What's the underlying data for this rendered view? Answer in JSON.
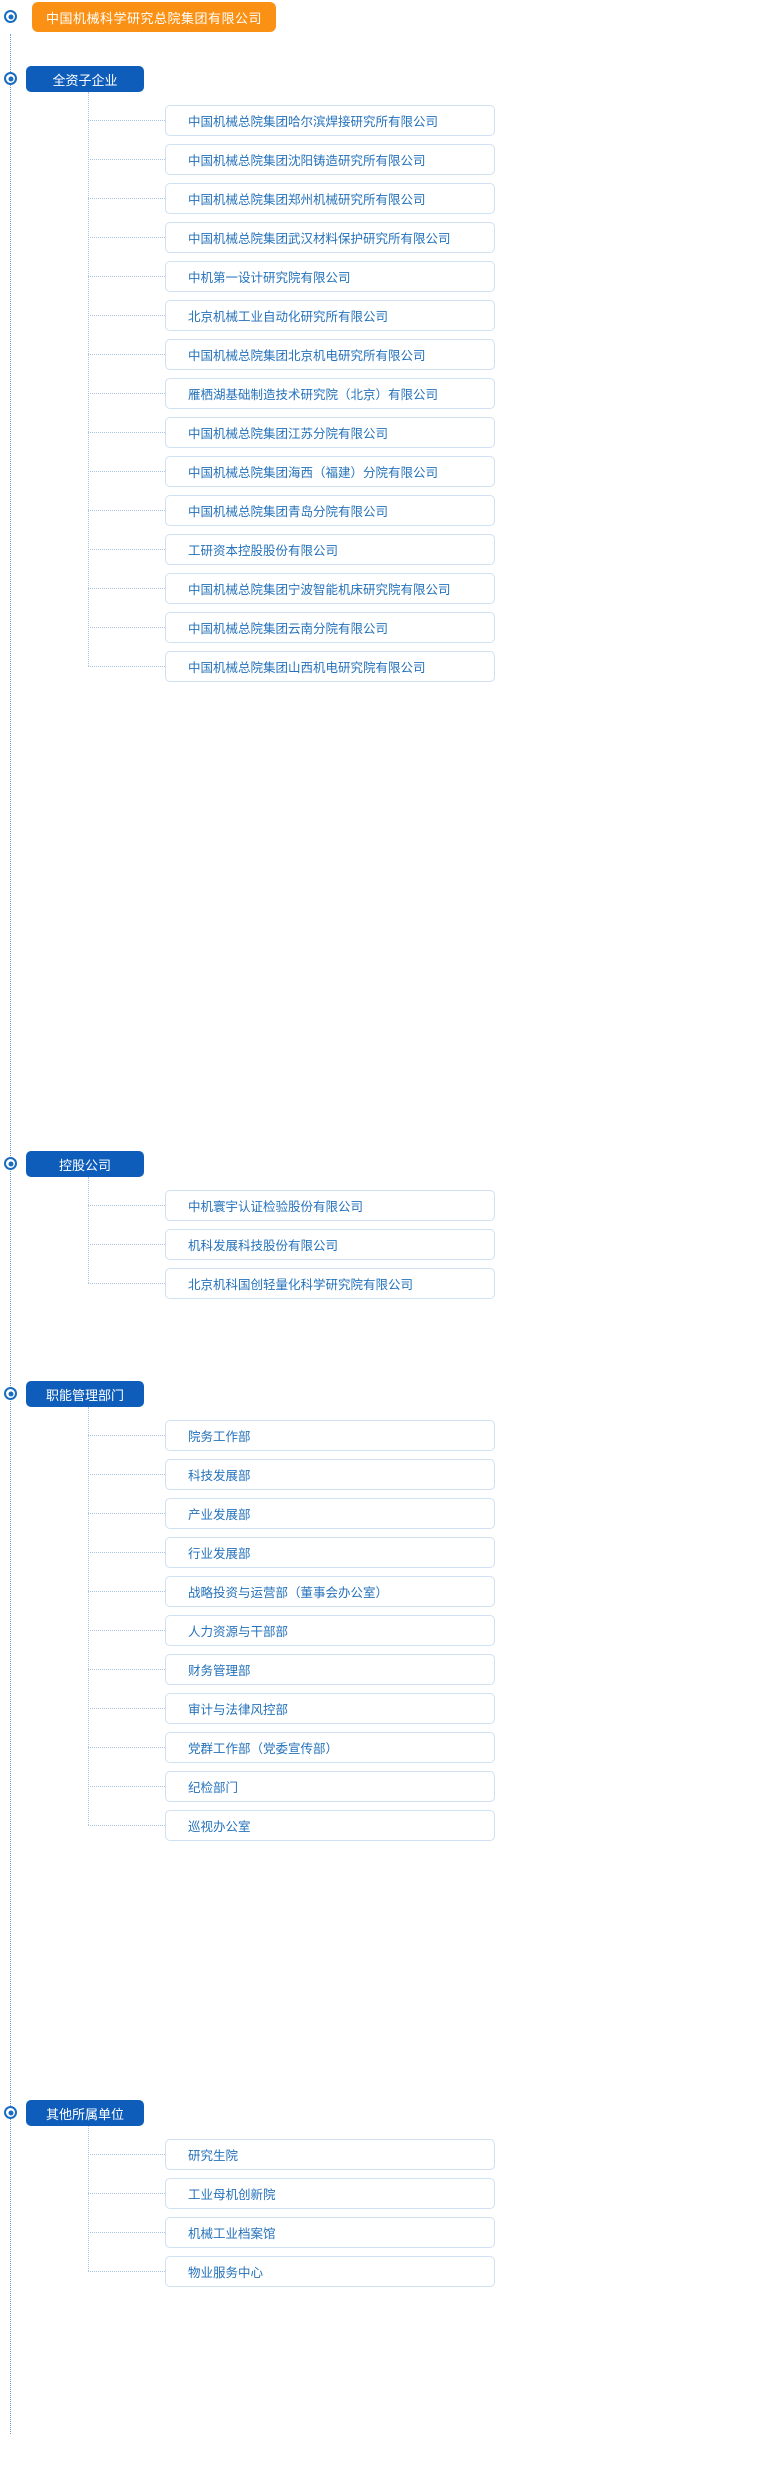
{
  "root": {
    "label": "中国机械科学研究总院集团有限公司"
  },
  "groups": [
    {
      "id": "wholly-owned",
      "label": "全资子企业",
      "items": [
        "中国机械总院集团哈尔滨焊接研究所有限公司",
        "中国机械总院集团沈阳铸造研究所有限公司",
        "中国机械总院集团郑州机械研究所有限公司",
        "中国机械总院集团武汉材料保护研究所有限公司",
        "中机第一设计研究院有限公司",
        "北京机械工业自动化研究所有限公司",
        "中国机械总院集团北京机电研究所有限公司",
        "雁栖湖基础制造技术研究院（北京）有限公司",
        "中国机械总院集团江苏分院有限公司",
        "中国机械总院集团海西（福建）分院有限公司",
        "中国机械总院集团青岛分院有限公司",
        "工研资本控股股份有限公司",
        "中国机械总院集团宁波智能机床研究院有限公司",
        "中国机械总院集团云南分院有限公司",
        "中国机械总院集团山西机电研究院有限公司"
      ]
    },
    {
      "id": "holding",
      "label": "控股公司",
      "items": [
        "中机寰宇认证检验股份有限公司",
        "机科发展科技股份有限公司",
        "北京机科国创轻量化科学研究院有限公司"
      ]
    },
    {
      "id": "functional-departments",
      "label": "职能管理部门",
      "items": [
        "院务工作部",
        "科技发展部",
        "产业发展部",
        "行业发展部",
        "战略投资与运营部（董事会办公室）",
        "人力资源与干部部",
        "财务管理部",
        "审计与法律风控部",
        "党群工作部（党委宣传部）",
        "纪检部门",
        "巡视办公室"
      ]
    },
    {
      "id": "other-units",
      "label": "其他所属单位",
      "items": [
        "研究生院",
        "工业母机创新院",
        "机械工业档案馆",
        "物业服务中心"
      ]
    }
  ],
  "colors": {
    "root_bg": "#fb9114",
    "group_bg": "#0f5dbb",
    "item_border": "#cfe1f2",
    "item_text": "#2472bb",
    "line": "#a8c6e4"
  }
}
